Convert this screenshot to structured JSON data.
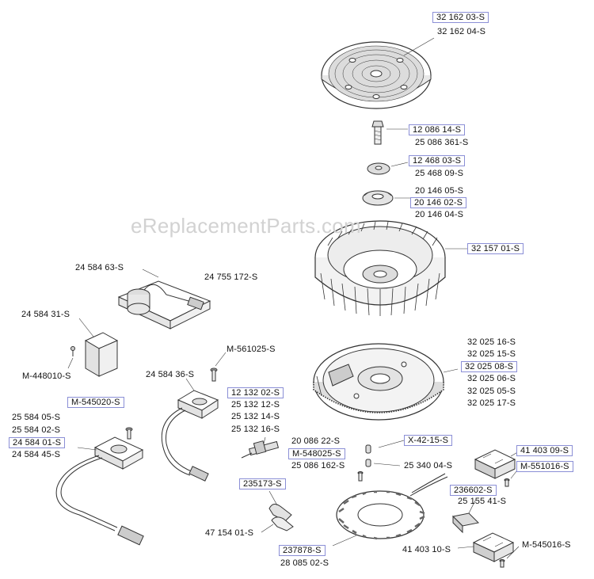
{
  "watermark": "eReplacementParts.com",
  "highlight_color": "#8b8fd6",
  "labels": {
    "l1": "32 162 03-S",
    "l2": "32 162 04-S",
    "l3": "12 086 14-S",
    "l4": "25 086 361-S",
    "l5": "12 468 03-S",
    "l6": "25 468 09-S",
    "l7": "20 146 05-S",
    "l8": "20 146 02-S",
    "l9": "20 146 04-S",
    "l10": "32 157 01-S",
    "l11": "24 584 63-S",
    "l12": "24 755 172-S",
    "l13": "24 584 31-S",
    "l14": "M-448010-S",
    "l15": "M-561025-S",
    "l16": "24 584 36-S",
    "l17": "32 025 16-S",
    "l18": "32 025 15-S",
    "l19": "32 025 08-S",
    "l20": "32 025 06-S",
    "l21": "32 025 05-S",
    "l22": "32 025 17-S",
    "l23": "M-545020-S",
    "l24": "12 132 02-S",
    "l25": "25 132 12-S",
    "l26": "25 132 14-S",
    "l27": "25 132 16-S",
    "l28": "25 584 05-S",
    "l29": "25 584 02-S",
    "l30": "24 584 01-S",
    "l31": "24 584 45-S",
    "l32": "20 086 22-S",
    "l33": "X-42-15-S",
    "l34": "M-548025-S",
    "l35": "25 340 04-S",
    "l36": "25 086 162-S",
    "l37": "41 403 09-S",
    "l38": "M-551016-S",
    "l39": "235173-S",
    "l40": "236602-S",
    "l41": "25 155 41-S",
    "l42": "47 154 01-S",
    "l43": "237878-S",
    "l44": "28 085 02-S",
    "l45": "41 403 10-S",
    "l46": "M-545016-S"
  }
}
